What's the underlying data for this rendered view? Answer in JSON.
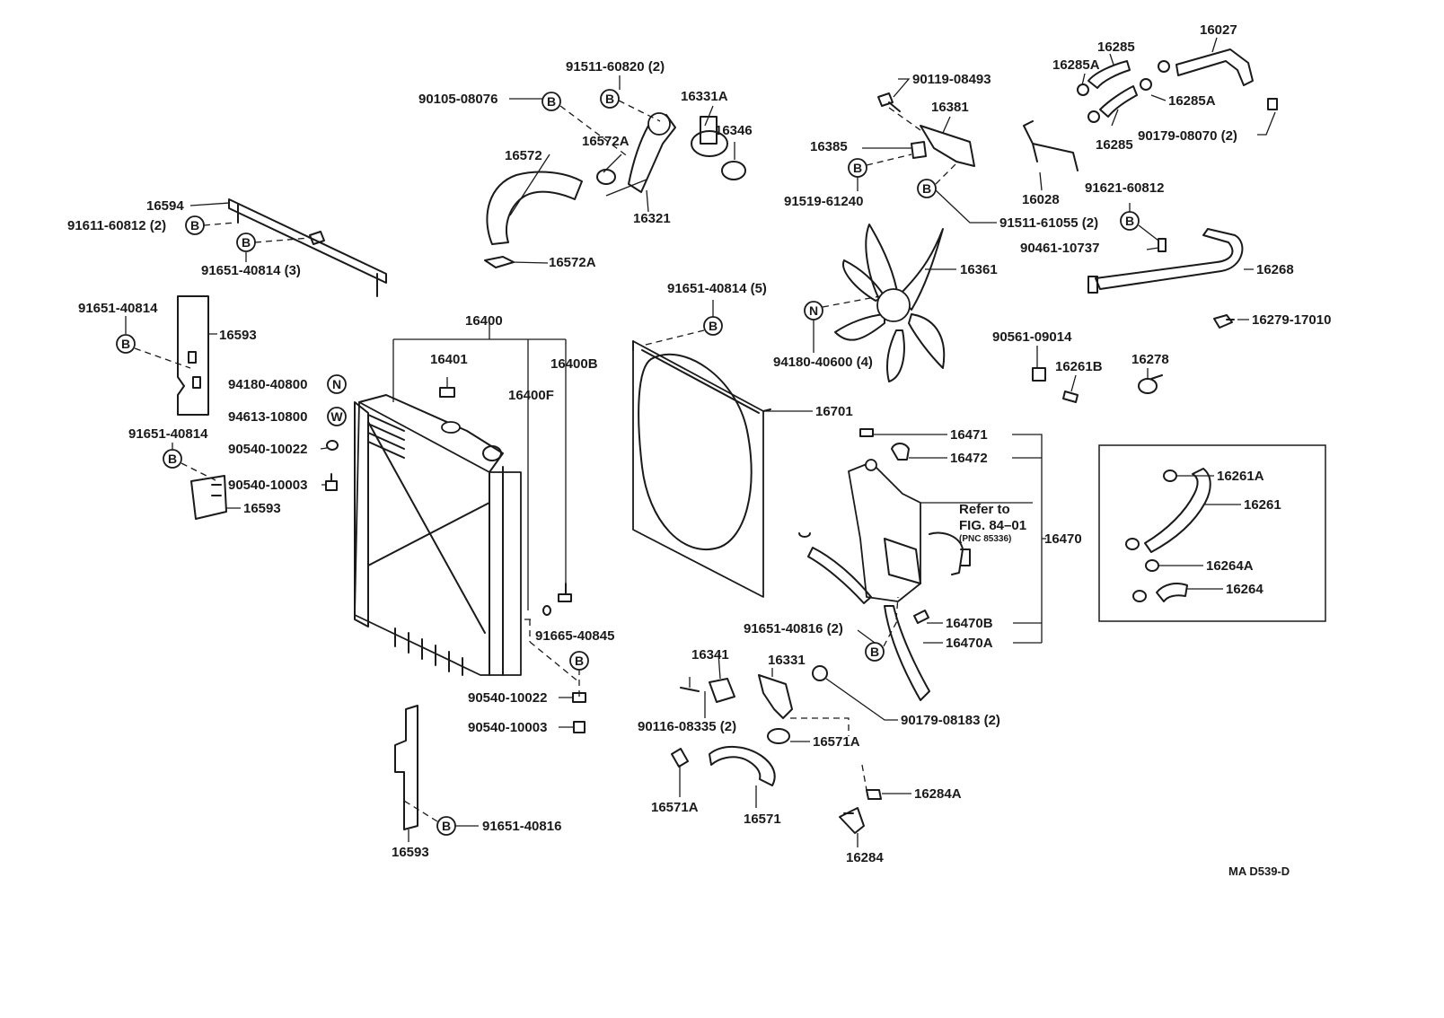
{
  "diagram_code": "MA D539-D",
  "refer": {
    "line1": "Refer to",
    "line2": "FIG. 84–01",
    "line3": "(PNC 85336)"
  },
  "badges": {
    "b": "B",
    "n": "N",
    "w": "W"
  },
  "labels": {
    "p91511_60820": "91511-60820 (2)",
    "p90105_08076": "90105-08076",
    "p16331A": "16331A",
    "p16346": "16346",
    "p16572": "16572",
    "p16572A_top": "16572A",
    "p16572A_bottom": "16572A",
    "p16321": "16321",
    "p16594": "16594",
    "p91611_60812": "91611-60812 (2)",
    "p91651_40814_3": "91651-40814 (3)",
    "p91651_40814_left_top": "91651-40814",
    "p16593_top": "16593",
    "p94180_40800": "94180-40800",
    "p94613_10800": "94613-10800",
    "p91651_40814_left_mid": "91651-40814",
    "p90540_10022_left": "90540-10022",
    "p90540_10003_left": "90540-10003",
    "p16593_mid": "16593",
    "p16400": "16400",
    "p16401": "16401",
    "p16400B": "16400B",
    "p16400F": "16400F",
    "p91665_40845": "91665-40845",
    "p90540_10022_bottom": "90540-10022",
    "p90540_10003_bottom": "90540-10003",
    "p16593_bottom": "16593",
    "p91651_40816_bottom": "91651-40816",
    "p91651_40814_5": "91651-40814 (5)",
    "p16701": "16701",
    "p90119_08493": "90119-08493",
    "p16381": "16381",
    "p16385": "16385",
    "p91519_61240": "91519-61240",
    "p91511_61055": "91511-61055 (2)",
    "p16361": "16361",
    "p94180_40600": "94180-40600 (4)",
    "p16285_top": "16285",
    "p16027": "16027",
    "p16285A_left": "16285A",
    "p16285A_right": "16285A",
    "p90179_08070": "90179-08070 (2)",
    "p16285_bottom": "16285",
    "p16028": "16028",
    "p91621_60812": "91621-60812",
    "p90461_10737": "90461-10737",
    "p16268": "16268",
    "p16279_17010": "16279-17010",
    "p90561_09014": "90561-09014",
    "p16261B": "16261B",
    "p16278": "16278",
    "p16471": "16471",
    "p16472": "16472",
    "p16470": "16470",
    "p16470B": "16470B",
    "p16470A": "16470A",
    "p91651_40816_2": "91651-40816 (2)",
    "p16261A": "16261A",
    "p16261": "16261",
    "p16264A": "16264A",
    "p16264": "16264",
    "p16341": "16341",
    "p16331": "16331",
    "p90116_08335": "90116-08335 (2)",
    "p16571A_right": "16571A",
    "p16571A_left": "16571A",
    "p16571": "16571",
    "p90179_08183": "90179-08183 (2)",
    "p16284A": "16284A",
    "p16284": "16284"
  }
}
